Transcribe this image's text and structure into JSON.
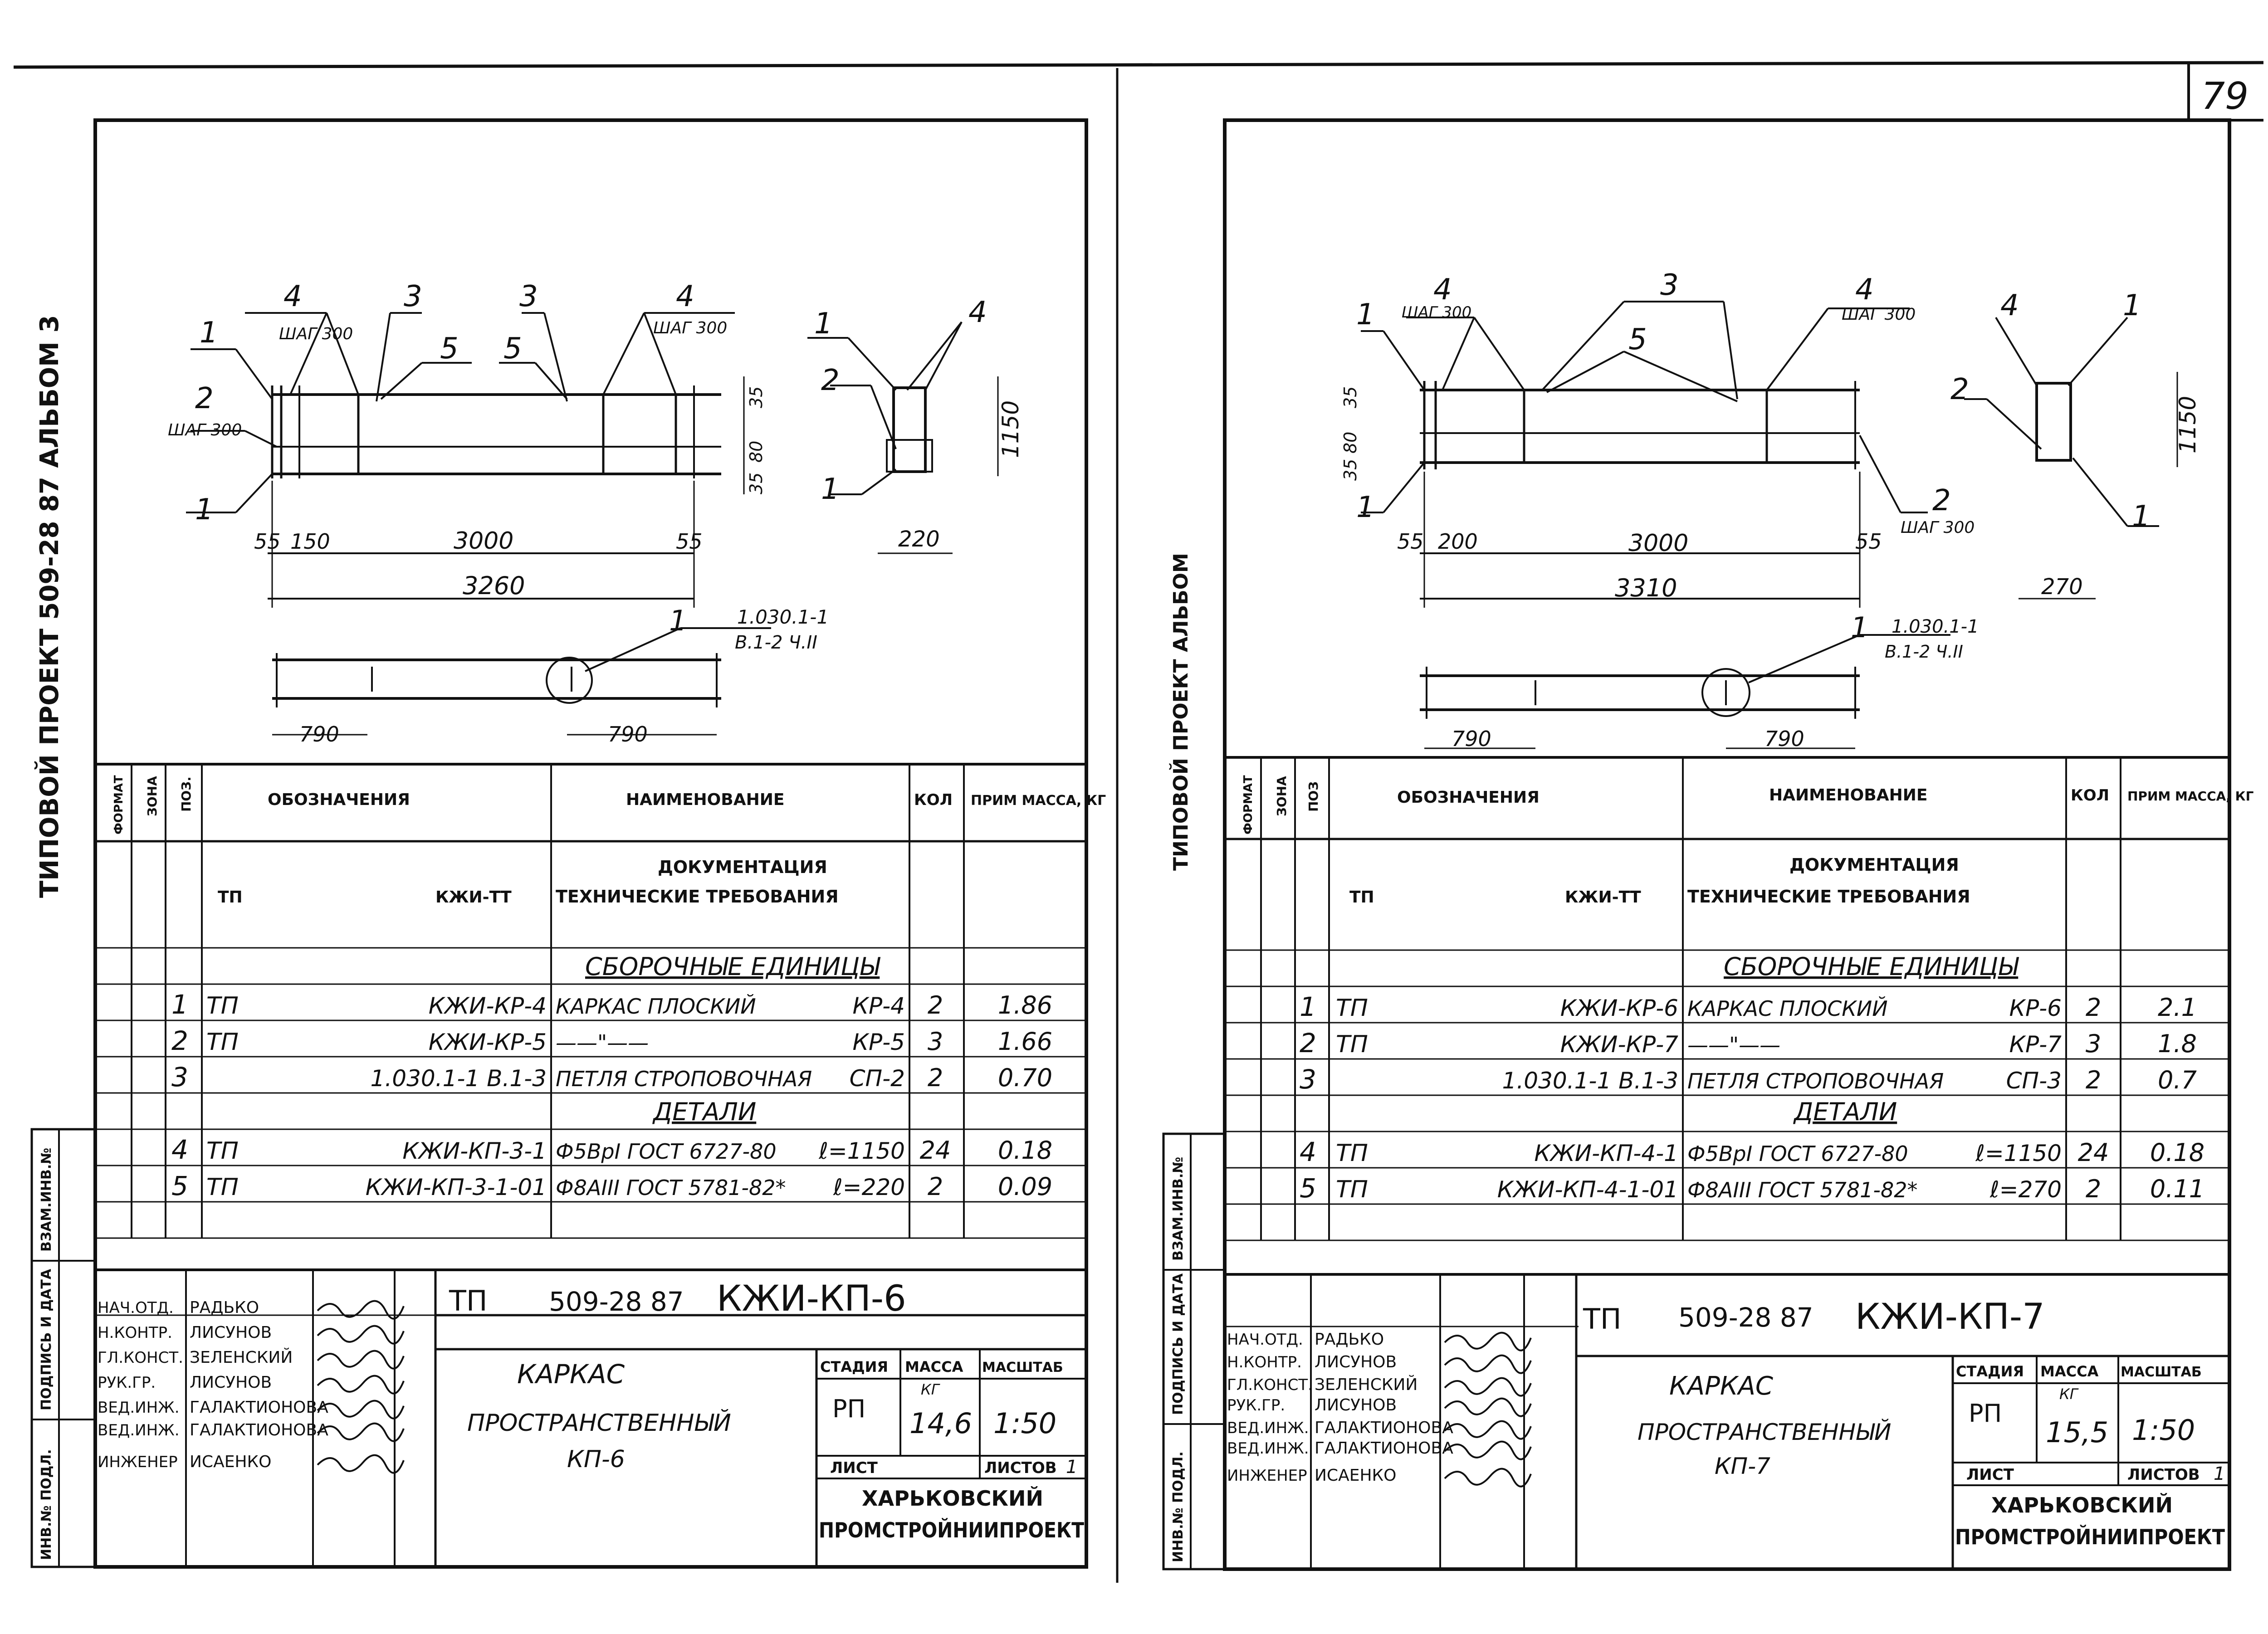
{
  "page_number": "79",
  "margin_left": {
    "title_left": "ТИПОВОЙ ПРОЕКТ    509-28 87    АЛЬБОМ 3",
    "title_right": "ТИПОВОЙ ПРОЕКТ    АЛЬБОМ",
    "stamp_cols": [
      "ИНВ.№ ПОДЛ.",
      "ПОДПИСЬ И ДАТА",
      "ВЗАМ.ИНВ.№"
    ]
  },
  "sheets": [
    {
      "id": "kp6",
      "drawing": {
        "callouts_top": [
          "4",
          "3",
          "3",
          "4"
        ],
        "step_top_left": "ШАГ 300",
        "step_top_right": "ШАГ 300",
        "callout_5a": "5",
        "callout_5b": "5",
        "callout_1_top": "1",
        "callout_2": "2",
        "step_2": "ШАГ 300",
        "callout_1_bottom": "1",
        "dim_55_left": "55",
        "dim_150": "150",
        "dim_3000": "3000",
        "dim_55_right": "55",
        "dim_total": "3260",
        "dim_right_35a": "35",
        "dim_right_80": "80",
        "dim_right_35b": "35",
        "sec_1_top": "1",
        "sec_4": "4",
        "sec_2": "2",
        "sec_1_bottom": "1",
        "sec_height": "1150",
        "sec_width": "220",
        "plan_callout": "1",
        "plan_ref1": "1.030.1-1",
        "plan_ref2": "В.1-2 Ч.II",
        "plan_dim_left": "790",
        "plan_dim_right": "790"
      },
      "spec": {
        "headers": [
          "ФОРМАТ",
          "ЗОНА",
          "ПОЗ.",
          "ОБОЗНАЧЕНИЯ",
          "НАИМЕНОВАНИЕ",
          "КОЛ",
          "ПРИМ МАССА, КГ"
        ],
        "doc_section": "ДОКУМЕНТАЦИЯ",
        "doc_left": "ТП",
        "doc_code": "КЖИ-ТТ",
        "doc_name": "ТЕХНИЧЕСКИЕ ТРЕБОВАНИЯ",
        "assembly_section": "СБОРОЧНЫЕ ЕДИНИЦЫ",
        "details_section": "ДЕТАЛИ",
        "rows_assembly": [
          {
            "pos": "1",
            "prefix": "ТП",
            "code": "КЖИ-КР-4",
            "name": "КАРКАС ПЛОСКИЙ",
            "mark": "КР-4",
            "qty": "2",
            "mass": "1.86"
          },
          {
            "pos": "2",
            "prefix": "ТП",
            "code": "КЖИ-КР-5",
            "name": "——\"——",
            "mark": "КР-5",
            "qty": "3",
            "mass": "1.66"
          },
          {
            "pos": "3",
            "prefix": "",
            "code": "1.030.1-1  В.1-3",
            "name": "ПЕТЛЯ СТРОПОВОЧНАЯ",
            "mark": "СП-2",
            "qty": "2",
            "mass": "0.70"
          }
        ],
        "rows_details": [
          {
            "pos": "4",
            "prefix": "ТП",
            "code": "КЖИ-КП-3-1",
            "name": "Ф5ВрI  ГОСТ 6727-80",
            "mark": "ℓ=1150",
            "qty": "24",
            "mass": "0.18"
          },
          {
            "pos": "5",
            "prefix": "ТП",
            "code": "КЖИ-КП-3-1-01",
            "name": "Ф8AIII  ГОСТ 5781-82*",
            "mark": "ℓ=220",
            "qty": "2",
            "mass": "0.09"
          }
        ]
      },
      "title_block": {
        "project_prefix": "ТП",
        "project_num": "509-28 87",
        "sheet_code": "КЖИ-КП-6",
        "roles": [
          {
            "role": "НАЧ.ОТД.",
            "name": "РАДЬКО"
          },
          {
            "role": "Н.КОНТР.",
            "name": "ЛИСУНОВ"
          },
          {
            "role": "ГЛ.КОНСТ.",
            "name": "ЗЕЛЕНСКИЙ"
          },
          {
            "role": "РУК.ГР.",
            "name": "ЛИСУНОВ"
          },
          {
            "role": "ВЕД.ИНЖ.",
            "name": "ГАЛАКТИОНОВА"
          },
          {
            "role": "ВЕД.ИНЖ.",
            "name": "ГАЛАКТИОНОВА"
          },
          {
            "role": "ИНЖЕНЕР",
            "name": "ИСАЕНКО"
          }
        ],
        "doc_title_1": "КАРКАС",
        "doc_title_2": "ПРОСТРАНСТВЕННЫЙ",
        "doc_title_3": "КП-6",
        "stage_label": "СТАДИЯ",
        "mass_label": "МАССА",
        "scale_label": "МАСШТАБ",
        "mass_unit": "КГ",
        "stage": "РП",
        "mass": "14,6",
        "scale": "1:50",
        "sheet_label": "ЛИСТ",
        "sheets_label": "ЛИСТОВ",
        "sheets_count": "1",
        "org_1": "ХАРЬКОВСКИЙ",
        "org_2": "ПРОМСТРОЙНИИПРОЕКТ"
      }
    },
    {
      "id": "kp7",
      "drawing": {
        "callouts_top": [
          "4",
          "3",
          "4"
        ],
        "step_top_left": "ШАГ 300",
        "step_top_right": "ШАГ 300",
        "callout_5": "5",
        "callout_1_top": "1",
        "callout_1_bottom": "1",
        "callout_2": "2",
        "step_2": "ШАГ 300",
        "dim_left_35a": "35",
        "dim_left_80": "80",
        "dim_left_35b": "35",
        "dim_55_left": "55",
        "dim_200": "200",
        "dim_3000": "3000",
        "dim_55_right": "55",
        "dim_total": "3310",
        "sec_4": "4",
        "sec_1_top": "1",
        "sec_2": "2",
        "sec_1_bottom": "1",
        "sec_height": "1150",
        "sec_width": "270",
        "plan_callout": "1",
        "plan_ref1": "1.030.1-1",
        "plan_ref2": "В.1-2 Ч.II",
        "plan_dim_left": "790",
        "plan_dim_right": "790"
      },
      "spec": {
        "headers": [
          "ФОРМАТ",
          "ЗОНА",
          "ПОЗ",
          "ОБОЗНАЧЕНИЯ",
          "НАИМЕНОВАНИЕ",
          "КОЛ",
          "ПРИМ МАССА, КГ"
        ],
        "doc_section": "ДОКУМЕНТАЦИЯ",
        "doc_left": "ТП",
        "doc_code": "КЖИ-ТТ",
        "doc_name": "ТЕХНИЧЕСКИЕ ТРЕБОВАНИЯ",
        "assembly_section": "СБОРОЧНЫЕ ЕДИНИЦЫ",
        "details_section": "ДЕТАЛИ",
        "rows_assembly": [
          {
            "pos": "1",
            "prefix": "ТП",
            "code": "КЖИ-КР-6",
            "name": "КАРКАС ПЛОСКИЙ",
            "mark": "КР-6",
            "qty": "2",
            "mass": "2.1"
          },
          {
            "pos": "2",
            "prefix": "ТП",
            "code": "КЖИ-КР-7",
            "name": "——\"——",
            "mark": "КР-7",
            "qty": "3",
            "mass": "1.8"
          },
          {
            "pos": "3",
            "prefix": "",
            "code": "1.030.1-1  В.1-3",
            "name": "ПЕТЛЯ СТРОПОВОЧНАЯ",
            "mark": "СП-3",
            "qty": "2",
            "mass": "0.7"
          }
        ],
        "rows_details": [
          {
            "pos": "4",
            "prefix": "ТП",
            "code": "КЖИ-КП-4-1",
            "name": "Ф5ВрI  ГОСТ 6727-80",
            "mark": "ℓ=1150",
            "qty": "24",
            "mass": "0.18"
          },
          {
            "pos": "5",
            "prefix": "ТП",
            "code": "КЖИ-КП-4-1-01",
            "name": "Ф8AIII  ГОСТ 5781-82*",
            "mark": "ℓ=270",
            "qty": "2",
            "mass": "0.11"
          }
        ]
      },
      "title_block": {
        "project_prefix": "ТП",
        "project_num": "509-28 87",
        "sheet_code": "КЖИ-КП-7",
        "roles": [
          {
            "role": "НАЧ.ОТД.",
            "name": "РАДЬКО"
          },
          {
            "role": "Н.КОНТР.",
            "name": "ЛИСУНОВ"
          },
          {
            "role": "ГЛ.КОНСТ.",
            "name": "ЗЕЛЕНСКИЙ"
          },
          {
            "role": "РУК.ГР.",
            "name": "ЛИСУНОВ"
          },
          {
            "role": "ВЕД.ИНЖ.",
            "name": "ГАЛАКТИОНОВА"
          },
          {
            "role": "ВЕД.ИНЖ.",
            "name": "ГАЛАКТИОНОВА"
          },
          {
            "role": "ИНЖЕНЕР",
            "name": "ИСАЕНКО"
          }
        ],
        "doc_title_1": "КАРКАС",
        "doc_title_2": "ПРОСТРАНСТВЕННЫЙ",
        "doc_title_3": "КП-7",
        "stage_label": "СТАДИЯ",
        "mass_label": "МАССА",
        "scale_label": "МАСШТАБ",
        "mass_unit": "КГ",
        "stage": "РП",
        "mass": "15,5",
        "scale": "1:50",
        "sheet_label": "ЛИСТ",
        "sheets_label": "ЛИСТОВ",
        "sheets_count": "1",
        "org_1": "ХАРЬКОВСКИЙ",
        "org_2": "ПРОМСТРОЙНИИПРОЕКТ"
      }
    }
  ]
}
